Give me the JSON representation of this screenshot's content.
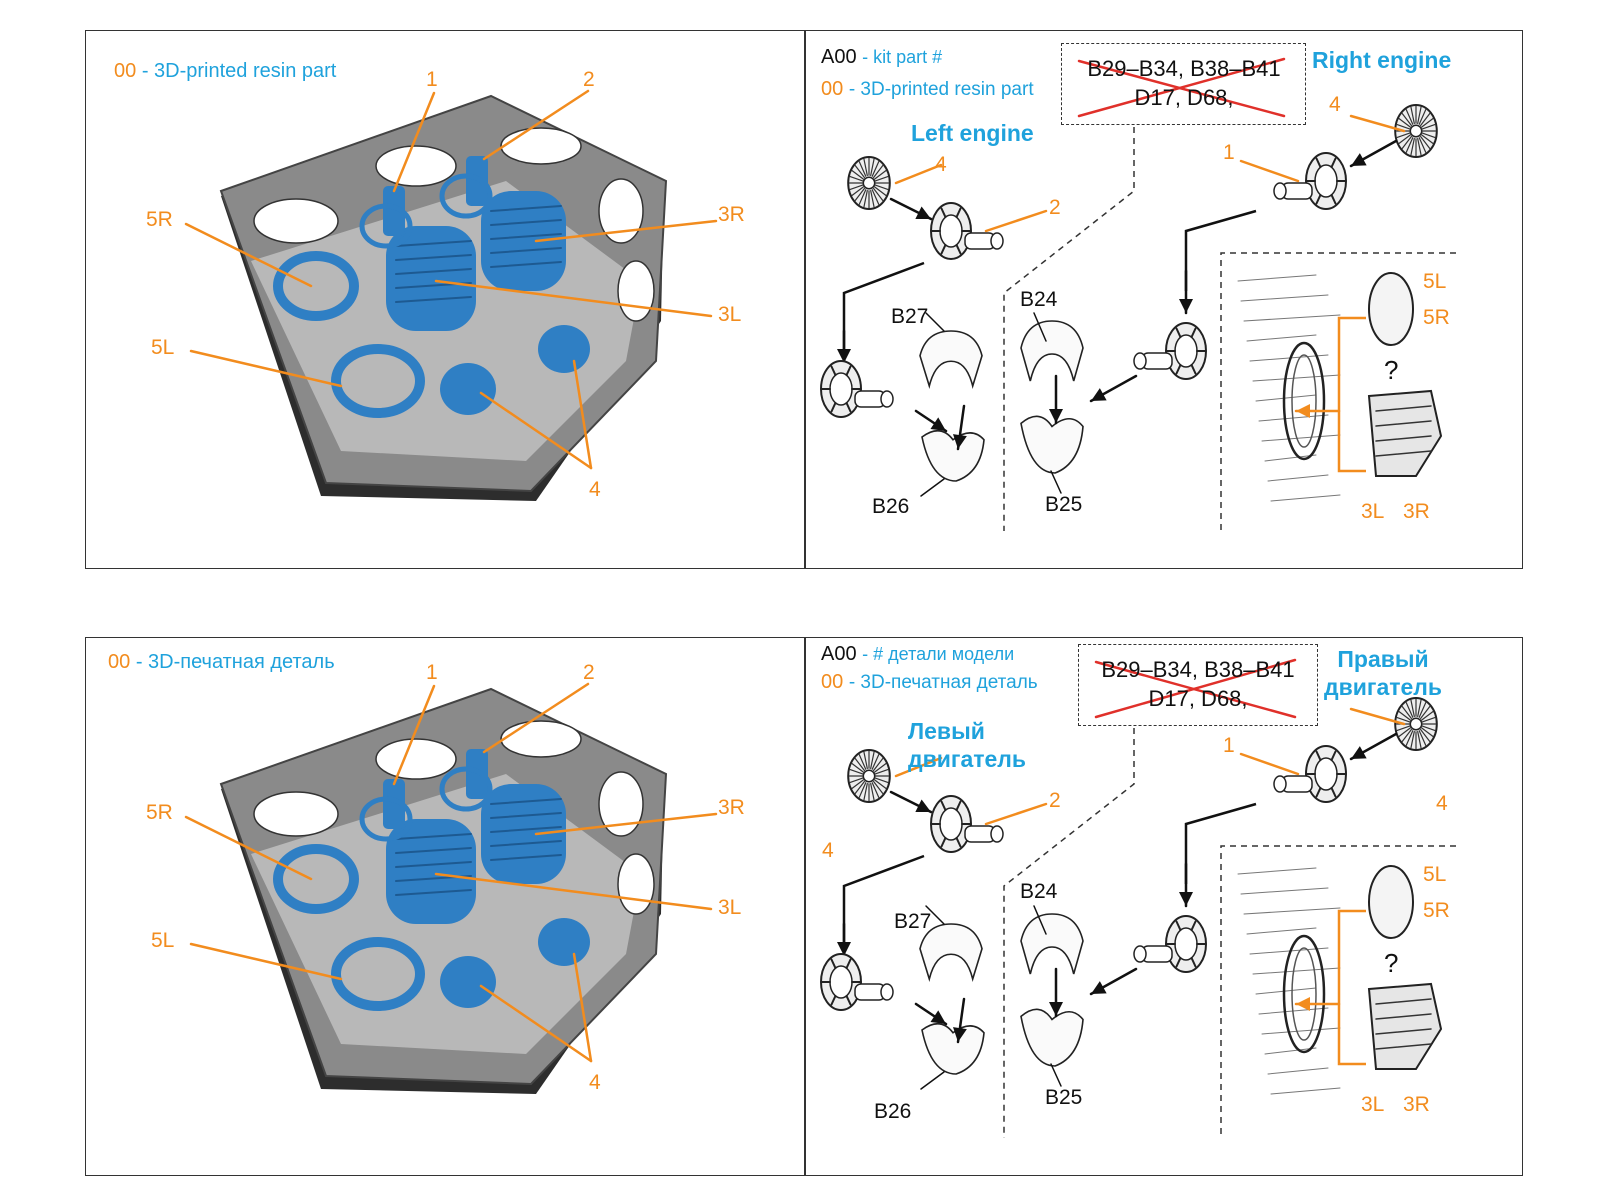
{
  "colors": {
    "orange": "#f28c1e",
    "blue": "#1fa2dc",
    "resin_blue": "#2f7fc4",
    "tray_gray": "#8a8a8a",
    "cross_red": "#e0302a"
  },
  "panel_en": {
    "left_legend": {
      "code": "00",
      "text": "- 3D-printed resin part"
    },
    "legend": {
      "kit_code": "A00",
      "kit_text": "- kit part #",
      "resin_code": "00",
      "resin_text": "- 3D-printed resin part"
    },
    "removed_parts": {
      "line1": "B29–B34, B38–B41",
      "line2": "D17, D68,"
    },
    "left_engine": "Left engine",
    "right_engine": "Right engine",
    "tray_labels": {
      "p1": "1",
      "p2": "2",
      "p3r": "3R",
      "p3l": "3L",
      "p4": "4",
      "p5r": "5R",
      "p5l": "5L"
    },
    "kit_labels": {
      "b24": "B24",
      "b25": "B25",
      "b26": "B26",
      "b27": "B27"
    },
    "step_labels": {
      "l4": "4",
      "l2": "2",
      "r4": "4",
      "r1": "1",
      "d5l": "5L",
      "d5r": "5R",
      "q": "?",
      "d3l": "3L",
      "d3r": "3R"
    }
  },
  "panel_ru": {
    "left_legend": {
      "code": "00",
      "text": "- 3D-печатная деталь"
    },
    "legend": {
      "kit_code": "A00",
      "kit_text": "- # детали модели",
      "resin_code": "00",
      "resin_text": "- 3D-печатная деталь"
    },
    "removed_parts": {
      "line1": "B29–B34, B38–B41",
      "line2": "D17, D68,"
    },
    "left_engine": "Левый\nдвигатель",
    "right_engine": "Правый\nдвигатель",
    "tray_labels": {
      "p1": "1",
      "p2": "2",
      "p3r": "3R",
      "p3l": "3L",
      "p4": "4",
      "p5r": "5R",
      "p5l": "5L"
    },
    "kit_labels": {
      "b24": "B24",
      "b25": "B25",
      "b26": "B26",
      "b27": "B27"
    },
    "step_labels": {
      "l4": "4",
      "l2": "2",
      "r4": "4",
      "r1": "1",
      "d5l": "5L",
      "d5r": "5R",
      "q": "?",
      "d3l": "3L",
      "d3r": "3R"
    }
  }
}
